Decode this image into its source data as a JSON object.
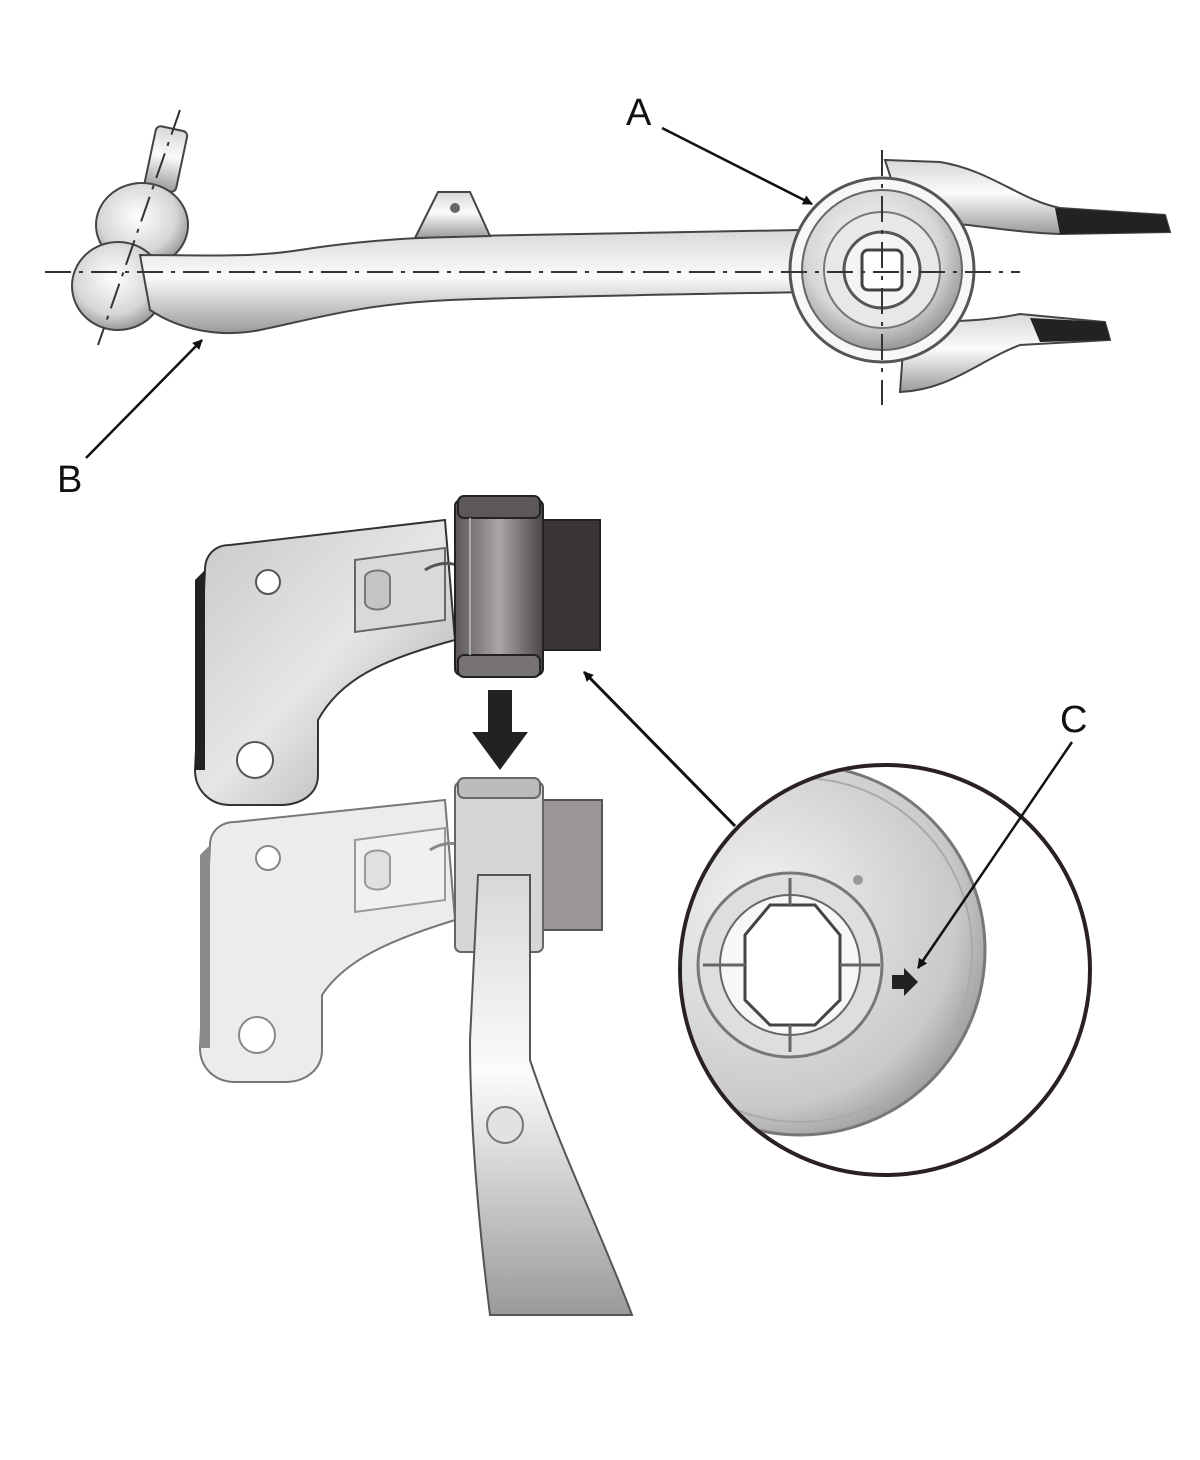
{
  "callouts": {
    "a": "A",
    "b": "B",
    "c": "C"
  },
  "colors": {
    "line": "#111111",
    "metal_light": "#f2f2f2",
    "metal_mid": "#cfcfcf",
    "metal_dark": "#8c8c8c",
    "bushing_dark": "#3a3636"
  }
}
